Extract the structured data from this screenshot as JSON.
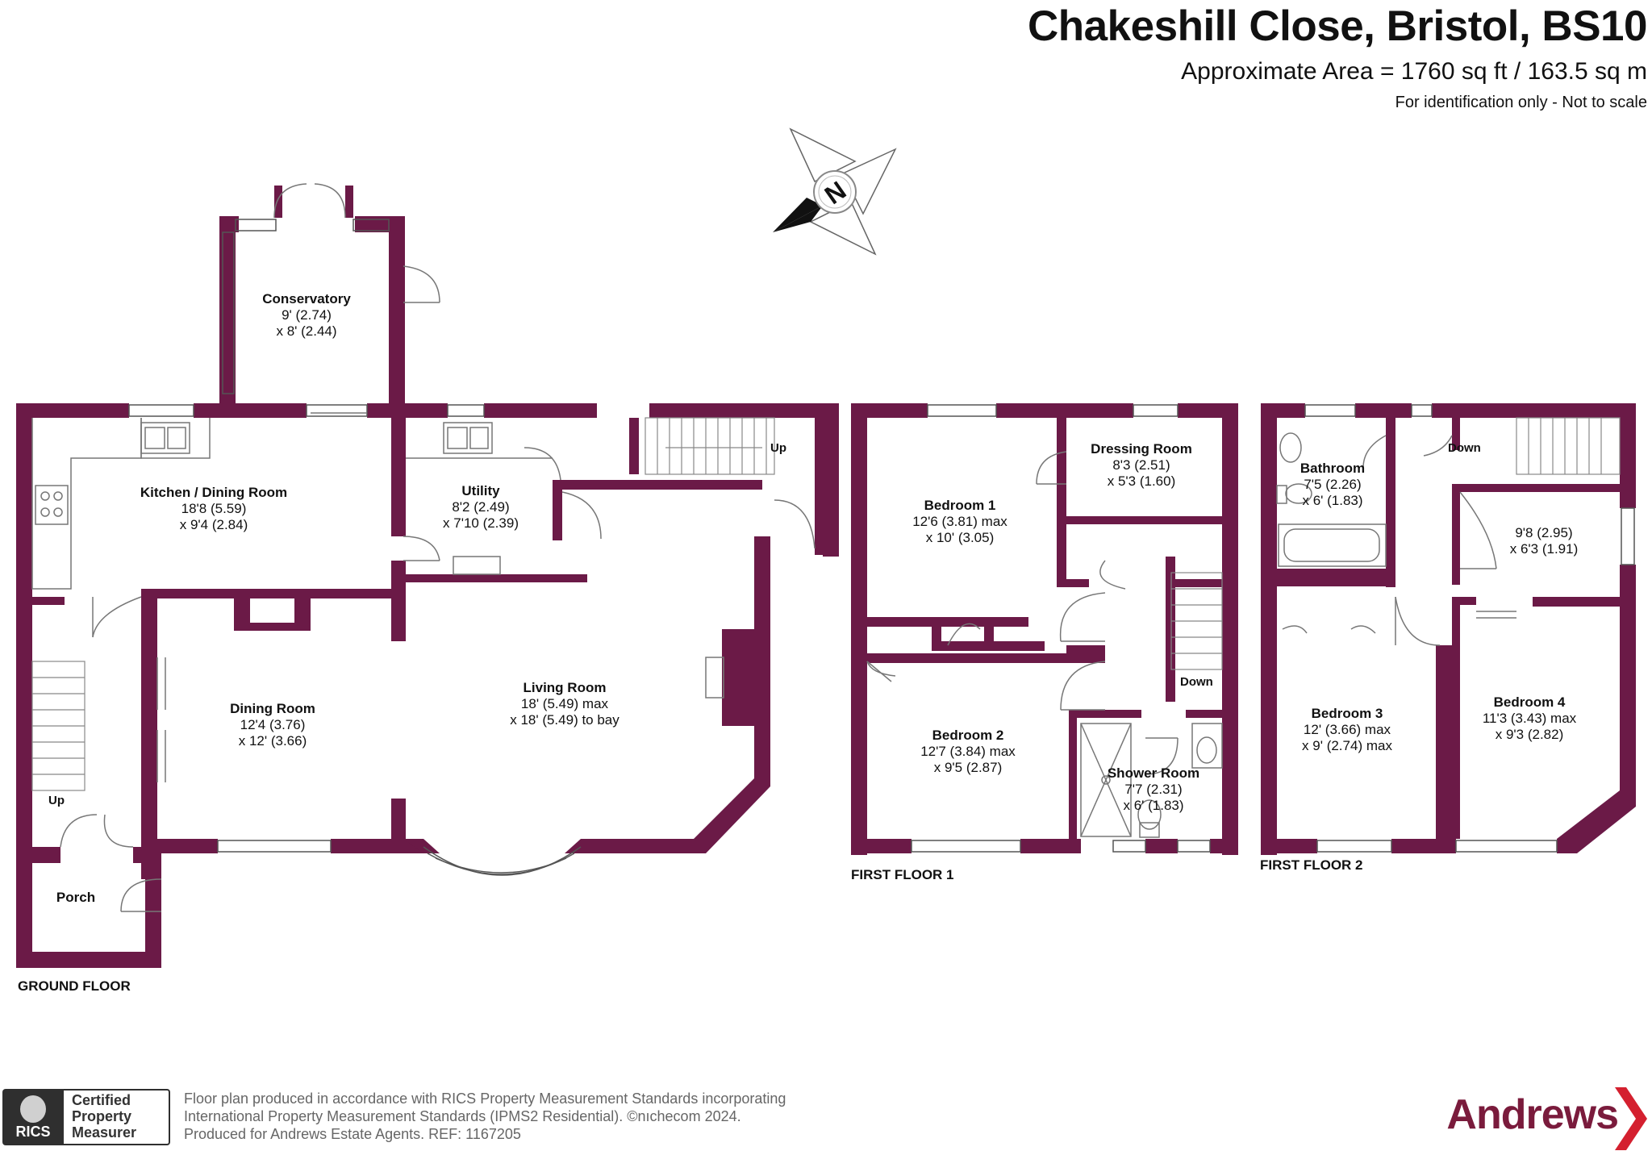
{
  "header": {
    "title": "Chakeshill Close, Bristol, BS10",
    "area": "Approximate Area = 1760 sq ft / 163.5 sq m",
    "note": "For identification only - Not to scale"
  },
  "compass": {
    "label": "N"
  },
  "floors": {
    "ground": "GROUND FLOOR",
    "first1": "FIRST FLOOR 1",
    "first2": "FIRST FLOOR 2"
  },
  "rooms": {
    "conservatory": {
      "name": "Conservatory",
      "dim1": "9' (2.74)",
      "dim2": "x 8' (2.44)"
    },
    "kitchen": {
      "name": "Kitchen / Dining Room",
      "dim1": "18'8 (5.59)",
      "dim2": "x 9'4 (2.84)"
    },
    "utility": {
      "name": "Utility",
      "dim1": "8'2 (2.49)",
      "dim2": "x 7'10 (2.39)"
    },
    "dining": {
      "name": "Dining Room",
      "dim1": "12'4 (3.76)",
      "dim2": "x 12' (3.66)"
    },
    "living": {
      "name": "Living Room",
      "dim1": "18' (5.49) max",
      "dim2": "x 18' (5.49) to bay"
    },
    "porch": {
      "name": "Porch"
    },
    "bedroom1": {
      "name": "Bedroom 1",
      "dim1": "12'6 (3.81) max",
      "dim2": "x 10' (3.05)"
    },
    "dressing": {
      "name": "Dressing Room",
      "dim1": "8'3 (2.51)",
      "dim2": "x 5'3 (1.60)"
    },
    "bedroom2": {
      "name": "Bedroom 2",
      "dim1": "12'7 (3.84) max",
      "dim2": "x 9'5 (2.87)"
    },
    "shower": {
      "name": "Shower Room",
      "dim1": "7'7 (2.31)",
      "dim2": "x 6' (1.83)"
    },
    "bathroom": {
      "name": "Bathroom",
      "dim1": "7'5 (2.26)",
      "dim2": "x 6' (1.83)"
    },
    "smallroom": {
      "dim1": "9'8 (2.95)",
      "dim2": "x 6'3 (1.91)"
    },
    "bedroom3": {
      "name": "Bedroom 3",
      "dim1": "12' (3.66) max",
      "dim2": "x 9' (2.74) max"
    },
    "bedroom4": {
      "name": "Bedroom 4",
      "dim1": "11'3 (3.43) max",
      "dim2": "x 9'3 (2.82)"
    }
  },
  "stairs": {
    "gf_up": "Up",
    "gf_up2": "Up",
    "ff1_down": "Down",
    "ff2_down": "Down"
  },
  "footer": {
    "line1": "Floor plan produced in accordance with RICS Property Measurement Standards incorporating",
    "line2": "International Property Measurement Standards (IPMS2 Residential).   ©nıchecom 2024.",
    "line3": "Produced for Andrews Estate Agents.   REF:  1167205"
  },
  "rics": {
    "logo_text": "RICS",
    "line1": "Certified",
    "line2": "Property",
    "line3": "Measurer"
  },
  "brand": {
    "name": "Andrews"
  },
  "colors": {
    "wall": "#6b1a47",
    "brand": "#7a1b3c",
    "arrow": "#d4202f"
  }
}
